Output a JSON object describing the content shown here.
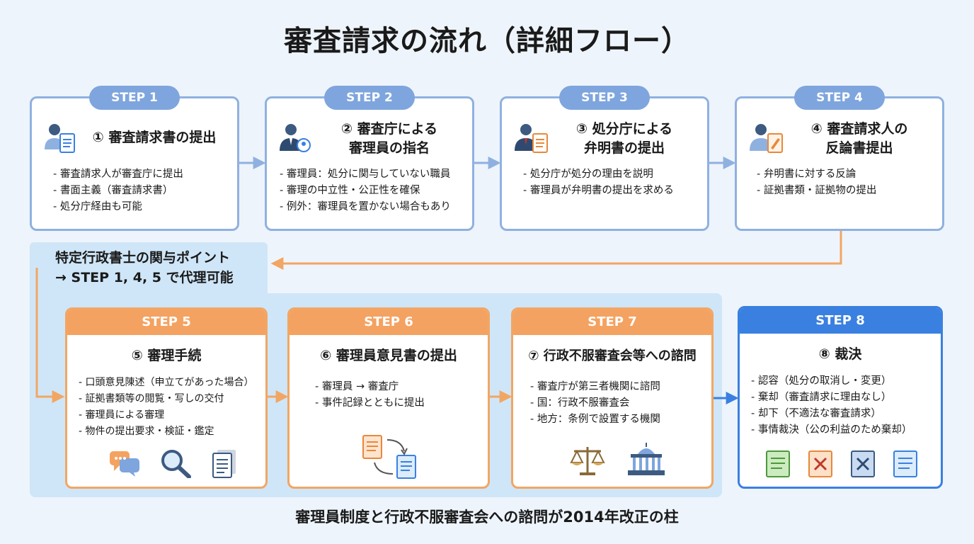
{
  "title": "審査請求の流れ（詳細フロー）",
  "note": {
    "line1": "特定行政書士の関与ポイント",
    "line2": "→ STEP 1, 4, 5 で代理可能"
  },
  "steps": [
    {
      "label": "STEP 1",
      "heading": [
        "① 審査請求書の提出"
      ],
      "items": [
        "審査請求人が審査庁に提出",
        "書面主義（審査請求書）",
        "処分庁経由も可能"
      ]
    },
    {
      "label": "STEP 2",
      "heading": [
        "② 審査庁による",
        "審理員の指名"
      ],
      "items": [
        "審理員：処分に関与していない職員",
        "審理の中立性・公正性を確保",
        "例外：審理員を置かない場合もあり"
      ]
    },
    {
      "label": "STEP 3",
      "heading": [
        "③ 処分庁による",
        "弁明書の提出"
      ],
      "items": [
        "処分庁が処分の理由を説明",
        "審理員が弁明書の提出を求める"
      ]
    },
    {
      "label": "STEP 4",
      "heading": [
        "④ 審査請求人の",
        "反論書提出"
      ],
      "items": [
        "弁明書に対する反論",
        "証拠書類・証拠物の提出"
      ]
    },
    {
      "label": "STEP 5",
      "heading": [
        "⑤ 審理手続"
      ],
      "items": [
        "口頭意見陳述（申立てがあった場合）",
        "証拠書類等の閲覧・写しの交付",
        "審理員による審理",
        "物件の提出要求・検証・鑑定"
      ]
    },
    {
      "label": "STEP 6",
      "heading": [
        "⑥ 審理員意見書の提出"
      ],
      "items": [
        "審理員 → 審査庁",
        "事件記録とともに提出"
      ]
    },
    {
      "label": "STEP 7",
      "heading": [
        "⑦ 行政不服審査会等への諮問"
      ],
      "items": [
        "審査庁が第三者機関に諮問",
        "国：行政不服審査会",
        "地方：条例で設置する機関"
      ]
    },
    {
      "label": "STEP 8",
      "heading": [
        "⑧ 裁決"
      ],
      "items": [
        "認容（処分の取消し・変更）",
        "棄却（審査請求に理由なし）",
        "却下（不適法な審査請求）",
        "事情裁決（公の利益のため棄却）"
      ]
    }
  ],
  "footer": "審理員制度と行政不服審査会への諮問が2014年改正の柱",
  "colors": {
    "blue": "#7ea5dd",
    "orange": "#f4a261",
    "darkblue": "#3a80e0",
    "zone": "#cfe6f8"
  }
}
